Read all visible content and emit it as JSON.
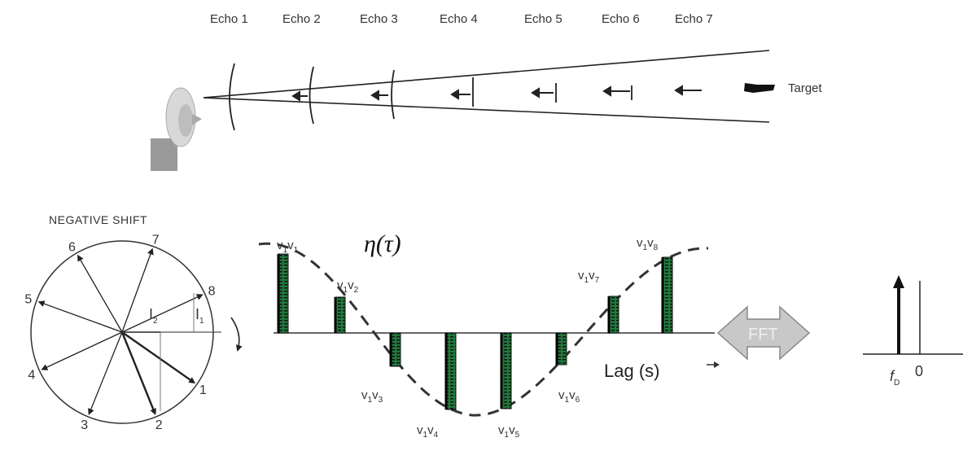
{
  "echo_labels": [
    "Echo 1",
    "Echo 2",
    "Echo 3",
    "Echo 4",
    "Echo 5",
    "Echo 6",
    "Echo 7"
  ],
  "target_label": "Target",
  "phasor": {
    "title": "NEGATIVE SHIFT",
    "spoke_numbers": [
      "1",
      "2",
      "3",
      "4",
      "5",
      "6",
      "7",
      "8"
    ],
    "i1": {
      "main": "I",
      "sub": "1"
    },
    "i2": {
      "main": "I",
      "sub": "2"
    }
  },
  "autocorr": {
    "eta": "η(τ)",
    "lag_label": "Lag (s)",
    "products": [
      {
        "main": "v",
        "s1": "1",
        "mid": "v",
        "s2": "1"
      },
      {
        "main": "v",
        "s1": "1",
        "mid": "v",
        "s2": "2"
      },
      {
        "main": "v",
        "s1": "1",
        "mid": "v",
        "s2": "3"
      },
      {
        "main": "v",
        "s1": "1",
        "mid": "v",
        "s2": "4"
      },
      {
        "main": "v",
        "s1": "1",
        "mid": "v",
        "s2": "5"
      },
      {
        "main": "v",
        "s1": "1",
        "mid": "v",
        "s2": "6"
      },
      {
        "main": "v",
        "s1": "1",
        "mid": "v",
        "s2": "7"
      },
      {
        "main": "v",
        "s1": "1",
        "mid": "v",
        "s2": "8"
      }
    ]
  },
  "fft_label": "FFT",
  "spectrum": {
    "fd_main": "f",
    "fd_sub": "D",
    "zero": "0"
  },
  "colors": {
    "bar_green": "#1f7a3a",
    "fft_arrow": "#c8c8c8",
    "radar": "#9a9a9a"
  }
}
